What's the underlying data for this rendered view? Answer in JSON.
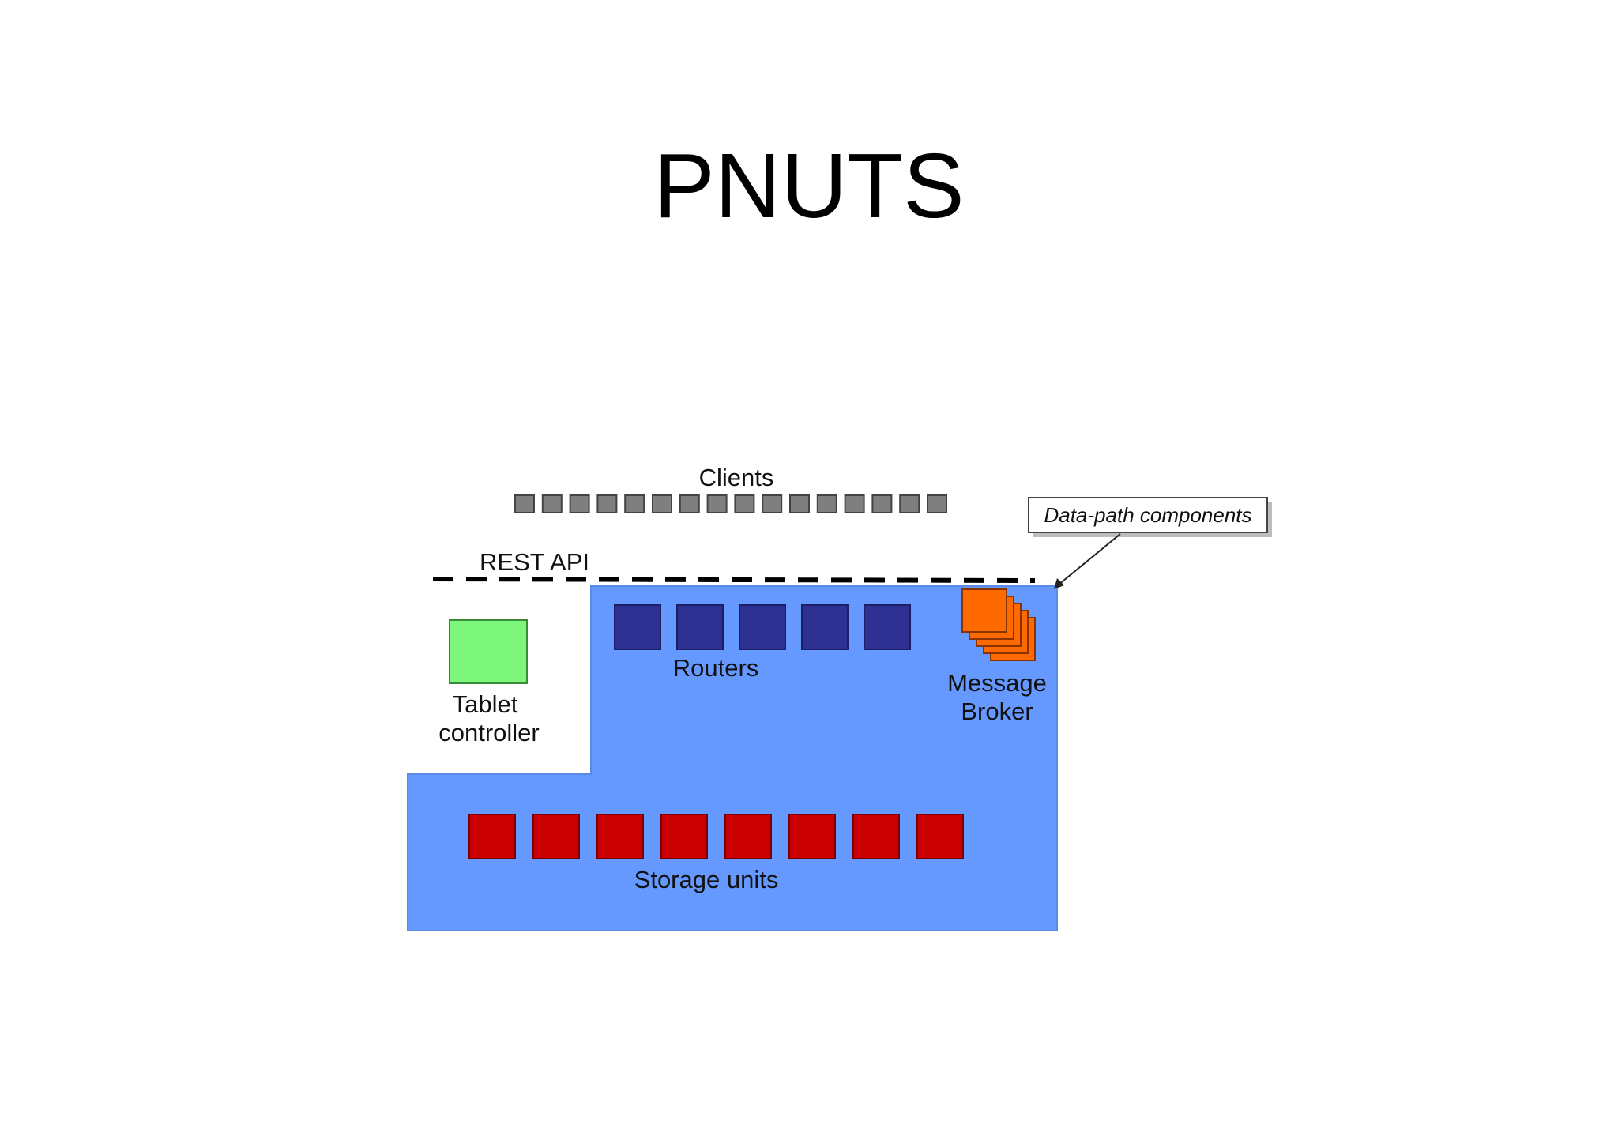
{
  "slide": {
    "title": "PNUTS"
  },
  "diagram": {
    "clients": {
      "label": "Clients",
      "count": 16,
      "color": "#7f7f7f"
    },
    "rest_api": {
      "label": "REST API"
    },
    "data_path_note": {
      "label": "Data-path components"
    },
    "tablet_controller": {
      "label_line1": "Tablet",
      "label_line2": "controller",
      "color": "#7cf77c"
    },
    "routers": {
      "label": "Routers",
      "count": 5,
      "color": "#2e3192"
    },
    "message_broker": {
      "label_line1": "Message",
      "label_line2": "Broker",
      "color": "#ff6a00"
    },
    "storage_units": {
      "label": "Storage units",
      "count": 8,
      "color": "#cc0000"
    },
    "region_color": "#6699ff"
  }
}
